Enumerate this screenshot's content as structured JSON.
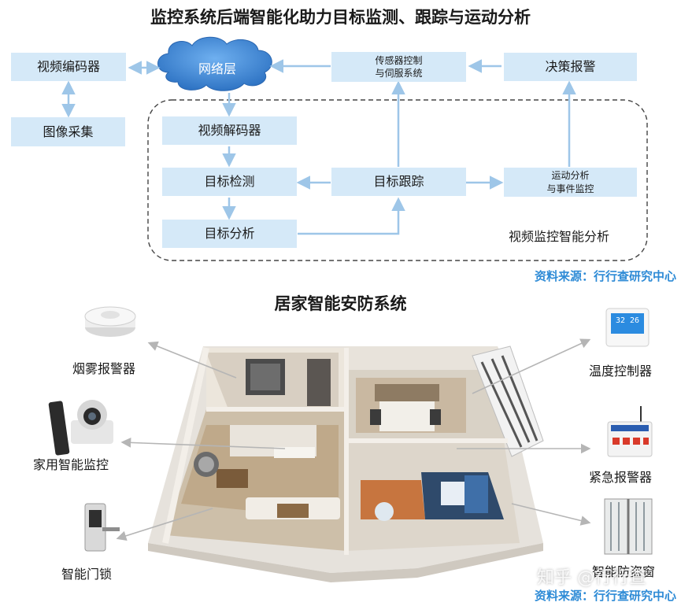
{
  "top": {
    "title": "监控系统后端智能化助力目标监测、跟踪与运动分析",
    "nodes": {
      "video_encoder": "视频编码器",
      "network_layer": "网络层",
      "sensor_control_line1": "传感器控制",
      "sensor_control_line2": "与伺服系统",
      "decision_alarm": "决策报警",
      "image_capture": "图像采集",
      "video_decoder": "视频解码器",
      "target_detection": "目标检测",
      "target_tracking": "目标跟踪",
      "motion_line1": "运动分析",
      "motion_line2": "与事件监控",
      "target_analysis": "目标分析"
    },
    "region_label": "视频监控智能分析",
    "source": "资料来源：行行查研究中心"
  },
  "bottom": {
    "title": "居家智能安防系统",
    "devices": {
      "smoke_alarm": "烟雾报警器",
      "home_camera": "家用智能监控",
      "smart_lock": "智能门锁",
      "thermostat": "温度控制器",
      "emergency_alarm": "紧急报警器",
      "burglar_window": "智能防盗窗"
    },
    "thermostat_display": "32 26",
    "watermark": "知乎 @行行查",
    "source": "资料来源：行行查研究中心"
  },
  "colors": {
    "box": "#d5e9f8",
    "arrow": "#9ec6e8",
    "source": "#2e8bd6",
    "cloud": "#3a7fd0"
  }
}
